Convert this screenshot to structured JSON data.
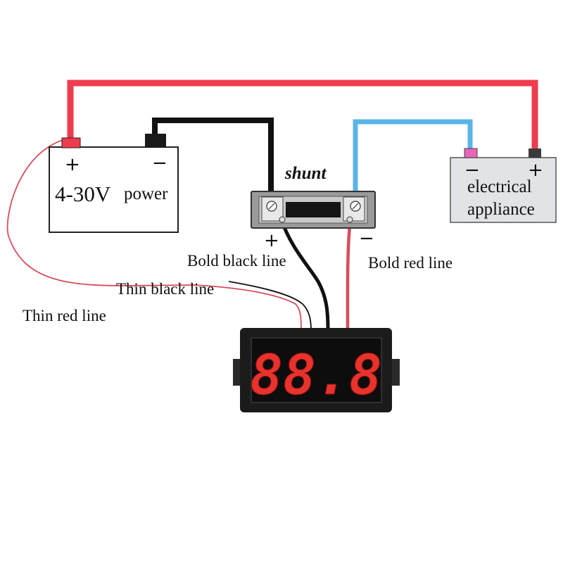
{
  "colors": {
    "bold_red": "#ef3b4e",
    "bold_black": "#111111",
    "blue_wire": "#5ab4e8",
    "thin_red": "#d84c5c",
    "digit_red": "#e8322c",
    "meter_body": "#1b1b1b",
    "appliance_body": "#e2e3e7"
  },
  "battery": {
    "voltage_label": "4-30V",
    "name_label": "power",
    "plus_sign": "+",
    "minus_sign": "−"
  },
  "appliance": {
    "line1": "electrical",
    "line2": "appliance",
    "minus_sign": "−",
    "plus_sign": "+"
  },
  "shunt": {
    "label": "shunt",
    "plus_sign": "+",
    "minus_sign": "−"
  },
  "wire_labels": {
    "bold_black": "Bold black line",
    "bold_red": "Bold red line",
    "thin_black": "Thin black line",
    "thin_red": "Thin red line"
  },
  "meter": {
    "display_text": "88.8"
  }
}
